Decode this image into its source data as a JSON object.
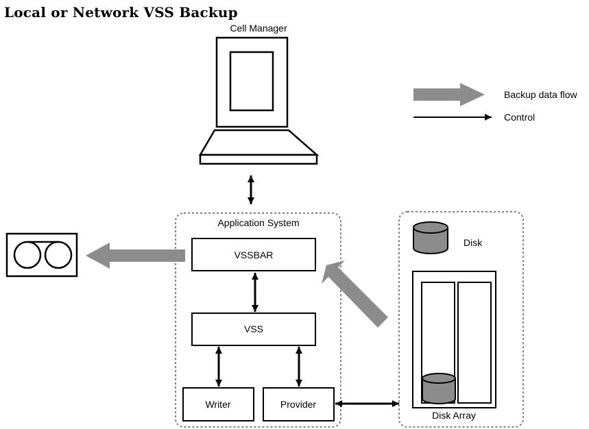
{
  "title": "Local or Network VSS Backup",
  "nodes": {
    "cell_manager": "Cell Manager",
    "application_system": "Application System",
    "vssbar": "VSSBAR",
    "vss": "VSS",
    "writer": "Writer",
    "provider": "Provider",
    "disk": "Disk",
    "disk_array": "Disk Array"
  },
  "legend": {
    "backup_data_flow": "Backup data flow",
    "control": "Control"
  },
  "colors": {
    "data_flow": "#8c8c8c",
    "disk_fill": "#8c8c8c",
    "dashed_border": "#808080",
    "line": "#000000"
  }
}
